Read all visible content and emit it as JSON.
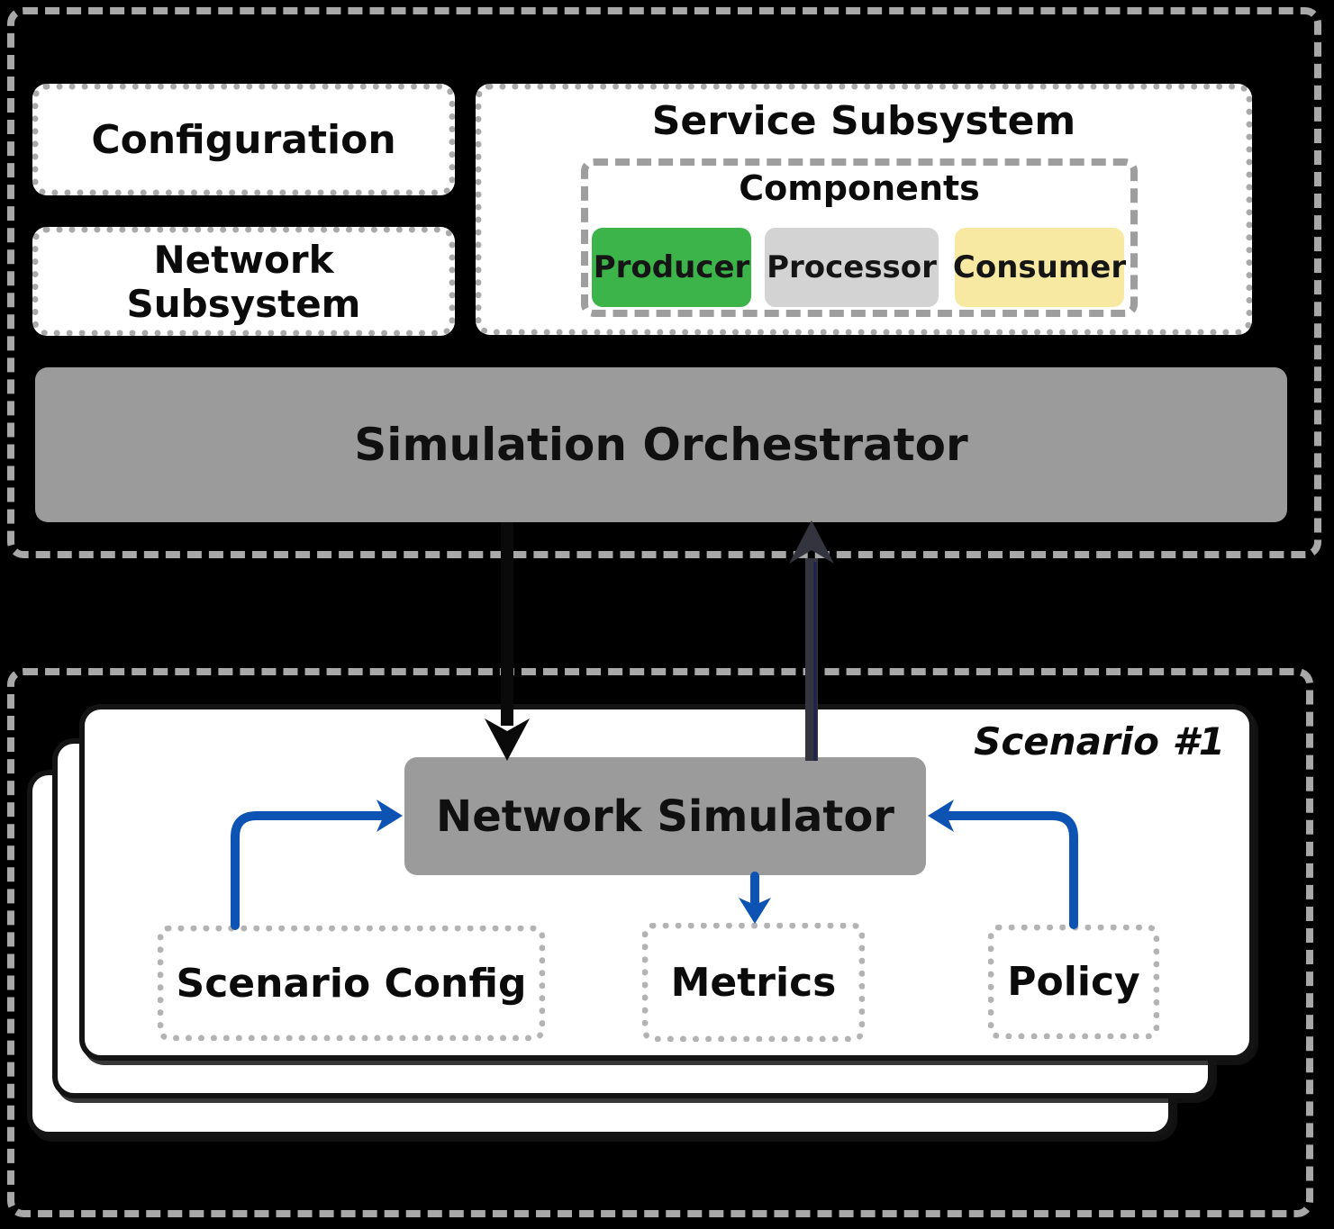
{
  "diagram": {
    "top_group": {
      "configuration_label": "Configuration",
      "network_subsystem_label": "Network Subsystem",
      "service_subsystem": {
        "title": "Service Subsystem",
        "components": {
          "title": "Components",
          "items": [
            {
              "label": "Producer",
              "color": "#3CB44A"
            },
            {
              "label": "Processor",
              "color": "#D3D3D3"
            },
            {
              "label": "Consumer",
              "color": "#F8E9A2"
            }
          ]
        }
      },
      "orchestrator_label": "Simulation Orchestrator"
    },
    "bottom_group": {
      "scenario_title": "Scenario #1",
      "simulator_label": "Network Simulator",
      "scenario_config_label": "Scenario Config",
      "metrics_label": "Metrics",
      "policy_label": "Policy"
    },
    "colors": {
      "node_gray": "#9B9B9B",
      "arrow_blue": "#0C53B4",
      "arrow_black": "#0A0A0A",
      "arrow_dark_gray": "#34343E",
      "dashed_border_gray": "#A8A8A8",
      "card_border_black": "#141414"
    }
  }
}
